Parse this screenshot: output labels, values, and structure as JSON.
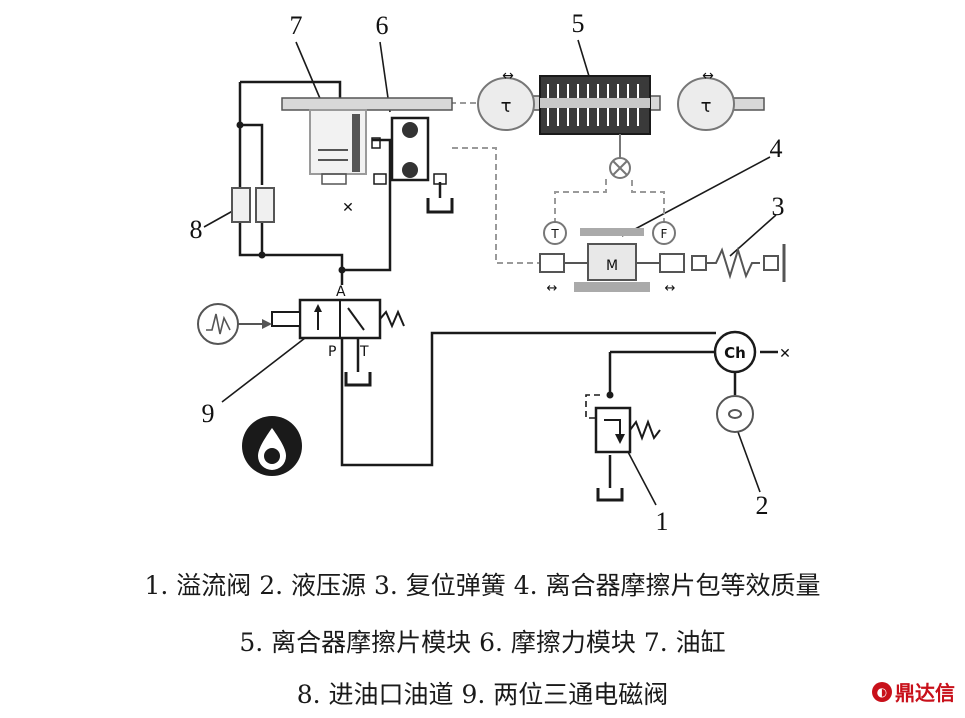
{
  "figure": {
    "numbers": [
      "1",
      "2",
      "3",
      "4",
      "5",
      "6",
      "7",
      "8",
      "9"
    ],
    "port_labels": {
      "A": "A",
      "P": "P",
      "T": "T"
    },
    "component_glyphs": {
      "clutch_plate": "Ch",
      "mass": "M",
      "tau": "τ",
      "force_sensor": "F",
      "torque_sensor": "T"
    }
  },
  "caption": {
    "line1": "1. 溢流阀  2.  液压源  3.  复位弹簧  4.  离合器摩擦片包等效质量",
    "line2": "5. 离合器摩擦片模块  6. 摩擦力模块  7. 油缸",
    "line3": "8. 进油口油道  9. 两位三通电磁阀"
  },
  "watermark": {
    "text": "鼎达信"
  },
  "colors": {
    "line": "#1a1a1a",
    "gray": "#9a9a9a",
    "component_fill": "#e8e8e8",
    "watermark": "#c8101a"
  }
}
